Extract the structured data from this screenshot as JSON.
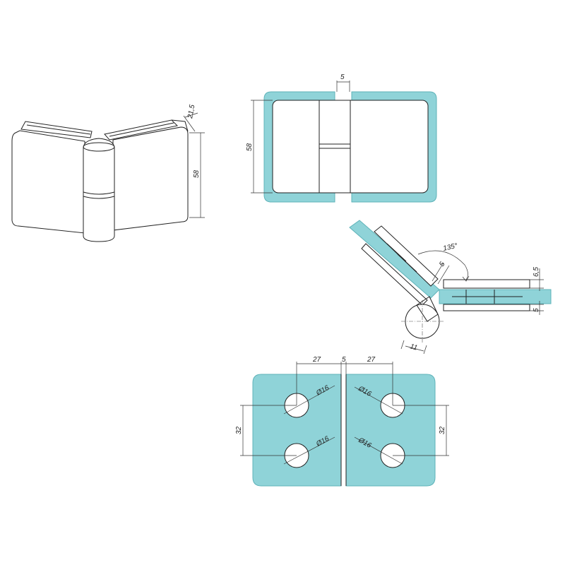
{
  "dimensions": {
    "iso_depth": "21,5",
    "iso_height": "58",
    "front_gap": "5",
    "front_height": "58",
    "angle": "135°",
    "side_gap": "5",
    "side_thick": "6,5",
    "side_glass": "5",
    "side_radius": "11",
    "hole_left_offset": "27",
    "hole_gap": "5",
    "hole_right_offset": "27",
    "hole_spacing_left": "32",
    "hole_spacing_right": "32",
    "hole_dia_tl": "Ø16",
    "hole_dia_bl": "Ø16",
    "hole_dia_tr": "Ø16",
    "hole_dia_br": "Ø16"
  },
  "colors": {
    "glass": "#8fd3d8",
    "line": "#222222"
  }
}
